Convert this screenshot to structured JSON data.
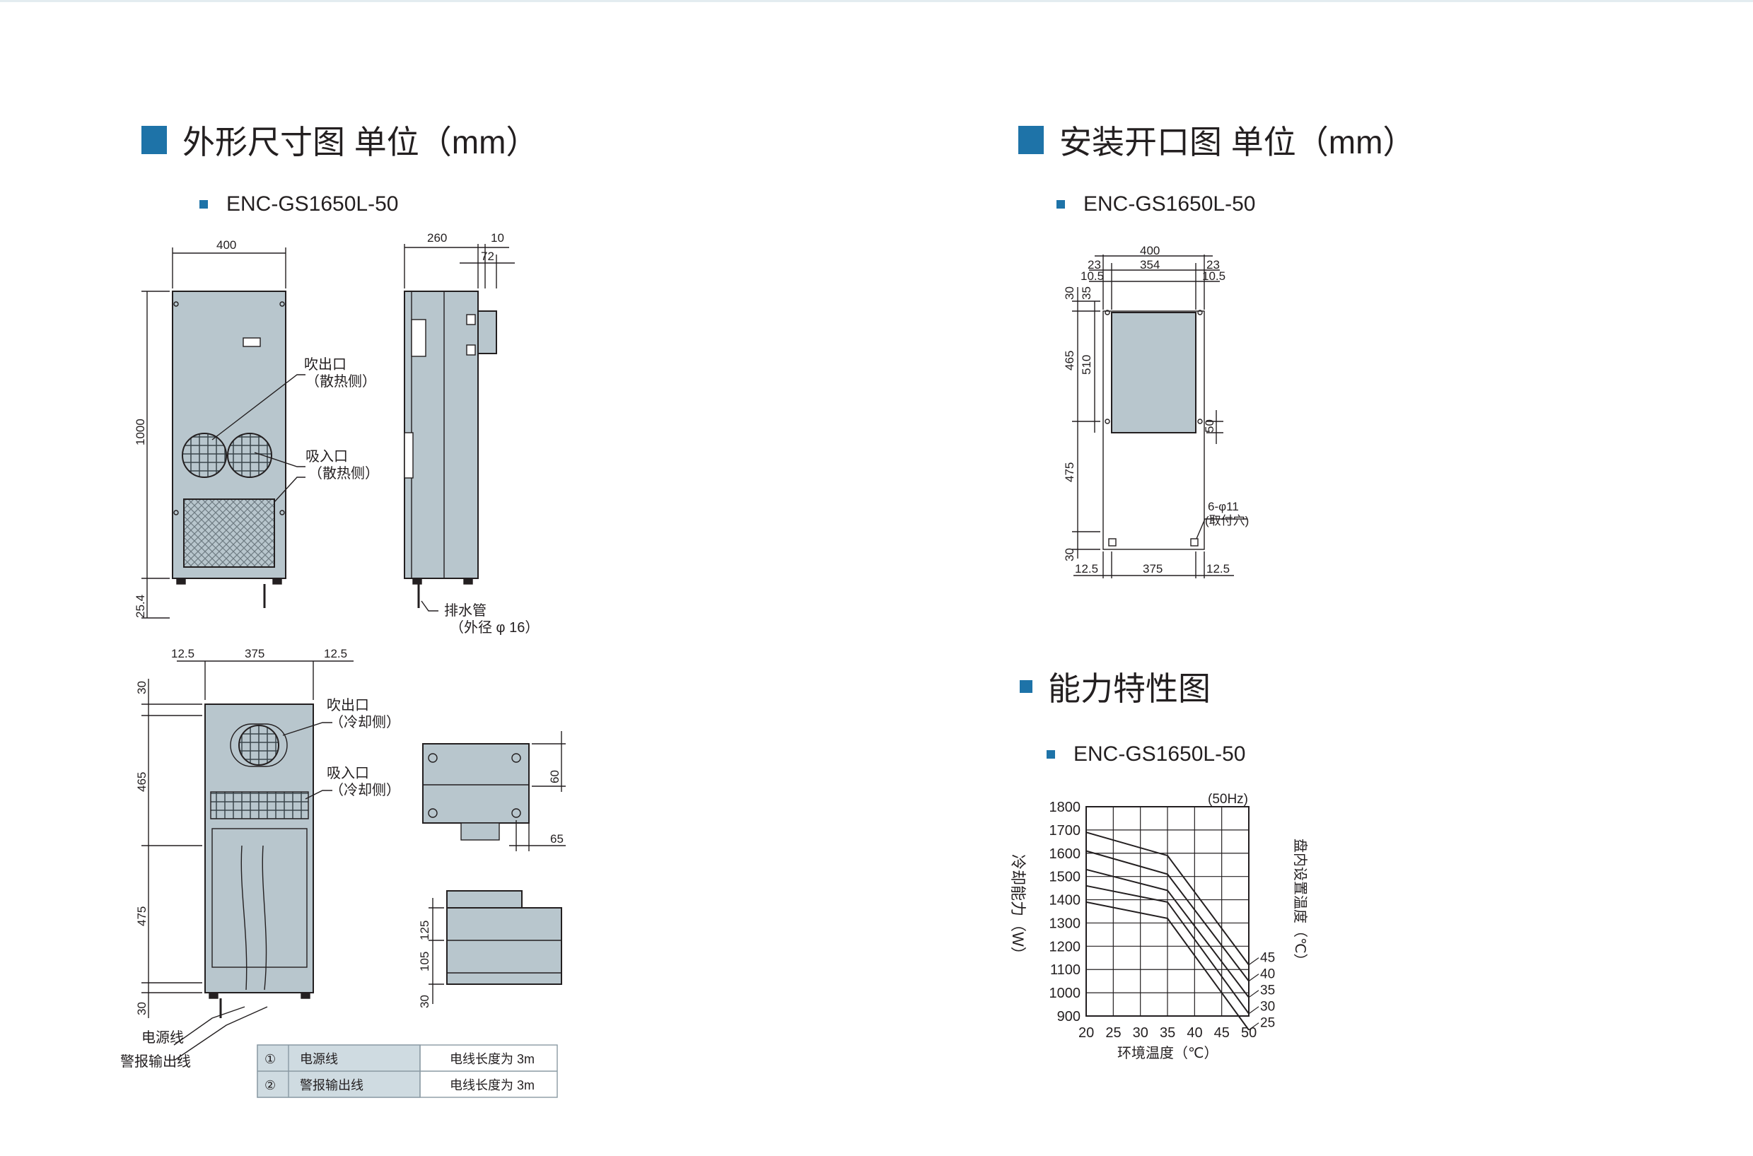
{
  "sections": {
    "dimensions": {
      "title": "外形尺寸图 单位（mm）",
      "model": "ENC-GS1650L-50"
    },
    "mounting": {
      "title": "安装开口图 单位（mm）",
      "model": "ENC-GS1650L-50"
    },
    "capacity": {
      "title": "能力特性图",
      "model": "ENC-GS1650L-50"
    }
  },
  "front_view": {
    "dim_width": "400",
    "dim_height": "1000",
    "dim_foot": "25.4",
    "label_outlet": "吹出口",
    "label_outlet_side": "（散热侧）",
    "label_inlet": "吸入口",
    "label_inlet_side": "（散热侧）"
  },
  "side_view": {
    "dim_depth": "260",
    "dim_10": "10",
    "dim_72": "72",
    "label_drain": "排水管",
    "label_drain_od": "（外径 φ 16）"
  },
  "back_view": {
    "dim_left": "12.5",
    "dim_mid": "375",
    "dim_right": "12.5",
    "dim_30_top": "30",
    "dim_465": "465",
    "dim_475": "475",
    "dim_30_bottom": "30",
    "label_outlet": "吹出口",
    "label_outlet_side": "（冷却侧）",
    "label_inlet": "吸入口",
    "label_inlet_side": "（冷却侧）",
    "label_power": "电源线",
    "label_alarm": "警报输出线"
  },
  "top_view": {
    "dim_60": "60",
    "dim_65": "65"
  },
  "bottom_view": {
    "dim_125": "125",
    "dim_105": "105",
    "dim_30": "30"
  },
  "cable_table": [
    {
      "no": "①",
      "name": "电源线",
      "desc": "电线长度为 3m"
    },
    {
      "no": "②",
      "name": "警报输出线",
      "desc": "电线长度为 3m"
    }
  ],
  "cutout": {
    "dim_400": "400",
    "dim_354": "354",
    "dim_23_left": "23",
    "dim_23_right": "23",
    "dim_105_left": "10.5",
    "dim_105_right": "10.5",
    "dim_30_top": "30",
    "dim_35": "35",
    "dim_465": "465",
    "dim_510": "510",
    "dim_50": "50",
    "dim_475": "475",
    "dim_30_bottom": "30",
    "dim_125_left": "12.5",
    "dim_375": "375",
    "dim_125_right": "12.5",
    "hole_label": "6-φ11",
    "hole_note": "(取付穴)"
  },
  "colors": {
    "accent": "#1e73a8",
    "panel": "#b8c6cd",
    "line": "#231f20",
    "table_head": "#cfdbe1"
  },
  "chart_data": {
    "type": "line",
    "title": "",
    "note": "(50Hz)",
    "xlabel": "环境温度（℃）",
    "ylabel": "冷却能力（W）",
    "ylabel_right": "盘内设置温度（℃）",
    "x": [
      20,
      35,
      50
    ],
    "xticks": [
      "20",
      "25",
      "30",
      "35",
      "40",
      "45",
      "50"
    ],
    "yticks": [
      "900",
      "1000",
      "1100",
      "1200",
      "1300",
      "1400",
      "1500",
      "1600",
      "1700",
      "1800"
    ],
    "xlim": [
      20,
      50
    ],
    "ylim": [
      900,
      1800
    ],
    "grid": true,
    "series": [
      {
        "name": "45",
        "values": [
          1690,
          1590,
          1120
        ]
      },
      {
        "name": "40",
        "values": [
          1610,
          1510,
          1050
        ]
      },
      {
        "name": "35",
        "values": [
          1530,
          1440,
          980
        ]
      },
      {
        "name": "30",
        "values": [
          1460,
          1390,
          910
        ]
      },
      {
        "name": "25",
        "values": [
          1390,
          1320,
          840
        ]
      }
    ]
  }
}
